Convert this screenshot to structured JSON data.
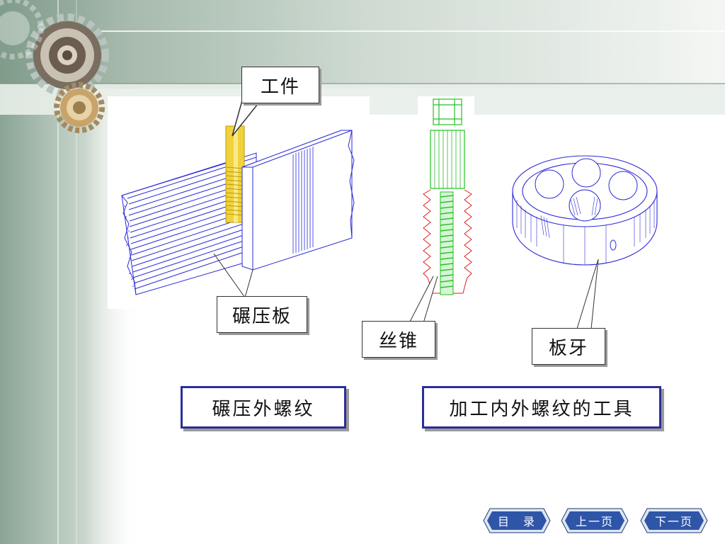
{
  "labels": {
    "workpiece": "工件",
    "rolling_plate": "碾压板",
    "tap": "丝锥",
    "die": "板牙"
  },
  "captions": {
    "left": "碾压外螺纹",
    "right": "加工内外螺纹的工具"
  },
  "nav": {
    "toc": "目　录",
    "prev": "上一页",
    "next": "下一页"
  },
  "colors": {
    "caption_border": "#2b2f9a",
    "drawing_line": "#2a2ad8",
    "tap_thread": "#e02020",
    "tap_core": "#22c022",
    "workpiece": "#f2d23a",
    "nav_button": "#2e55a8"
  }
}
